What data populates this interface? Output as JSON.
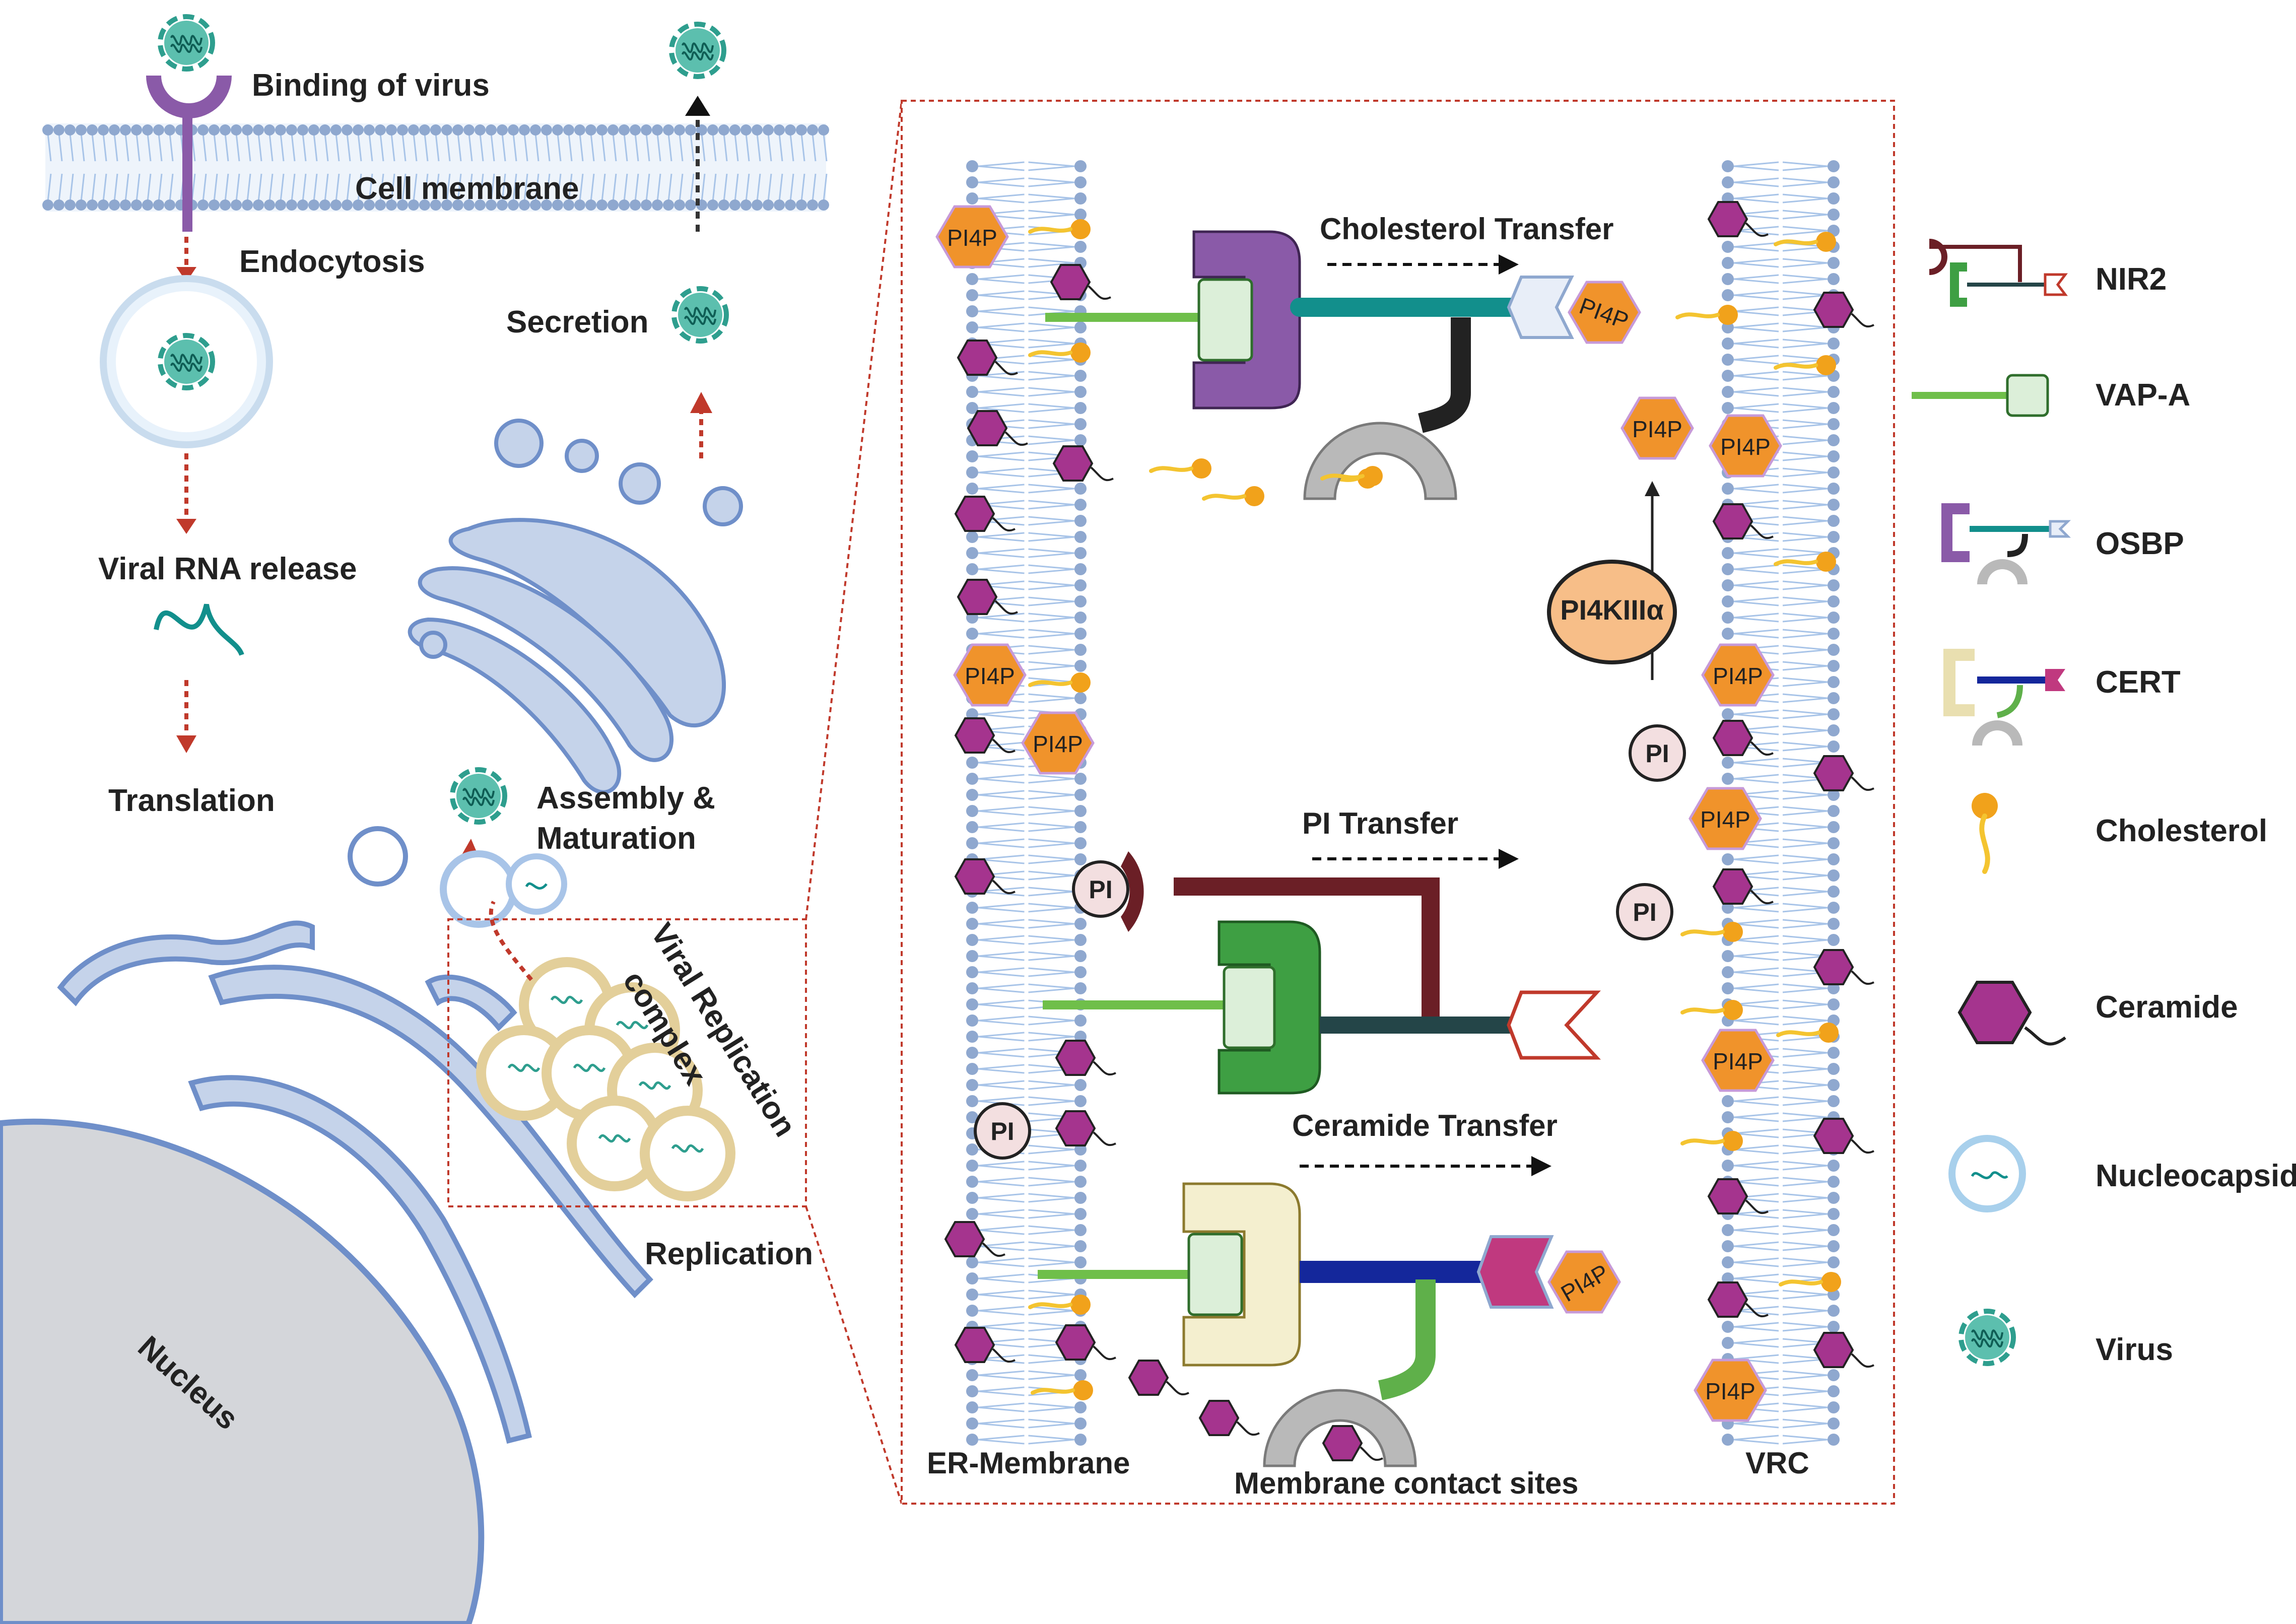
{
  "colors": {
    "membrane_head": "#8fa8cf",
    "membrane_tail": "#a8c4e8",
    "er_fill": "#c5d3ea",
    "er_stroke": "#6f8fc9",
    "virus_teal": "#2e9e8e",
    "virus_fill": "#5cbfae",
    "pi4p_orange": "#f0932b",
    "ceramide_magenta": "#a5348e",
    "cholesterol_yellow": "#f4c430",
    "cholesterol_head": "#f1a21b",
    "osbp_purple": "#8a5aa8",
    "osbp_teal": "#128f8c",
    "nir2_green": "#3e9f43",
    "nir2_maroon": "#6b1f26",
    "nir2_dark": "#244548",
    "cert_cream": "#f4efcf",
    "cert_blue": "#14279b",
    "cert_magenta": "#c0397f",
    "vapa_green": "#6fbf4a",
    "vapa_box": "#dcefd9",
    "nucleus_gray": "#d4d6da",
    "dashed_red": "#c0392b",
    "pi4kiiia_fill": "#f7be88"
  },
  "cell_labels": {
    "binding": "Binding of virus",
    "cell_membrane": "Cell membrane",
    "endocytosis": "Endocytosis",
    "secretion": "Secretion",
    "rna_release": "Viral RNA release",
    "translation": "Translation",
    "assembly_line1": "Assembly &",
    "assembly_line2": "Maturation",
    "vrc_line1": "Viral Replication",
    "vrc_line2": "complex",
    "replication": "Replication",
    "nucleus": "Nucleus"
  },
  "zoom_panel": {
    "er_membrane": "ER-Membrane",
    "vrc": "VRC",
    "cholesterol_transfer": "Cholesterol Transfer",
    "pi_transfer": "PI  Transfer",
    "ceramide_transfer": "Ceramide Transfer",
    "contact_sites": "Membrane  contact sites",
    "pi4kiiia": "PI4KIIIα",
    "pi4p": "PI4P",
    "pi": "PI"
  },
  "legend": [
    {
      "label": "NIR2",
      "icon": "nir2-icon"
    },
    {
      "label": "VAP-A",
      "icon": "vapa-icon"
    },
    {
      "label": "OSBP",
      "icon": "osbp-icon"
    },
    {
      "label": "CERT",
      "icon": "cert-icon"
    },
    {
      "label": "Cholesterol",
      "icon": "cholesterol-icon"
    },
    {
      "label": "Ceramide",
      "icon": "ceramide-icon"
    },
    {
      "label": "Nucleocapsid",
      "icon": "nucleocapsid-icon"
    },
    {
      "label": "Virus",
      "icon": "virus-icon"
    }
  ]
}
